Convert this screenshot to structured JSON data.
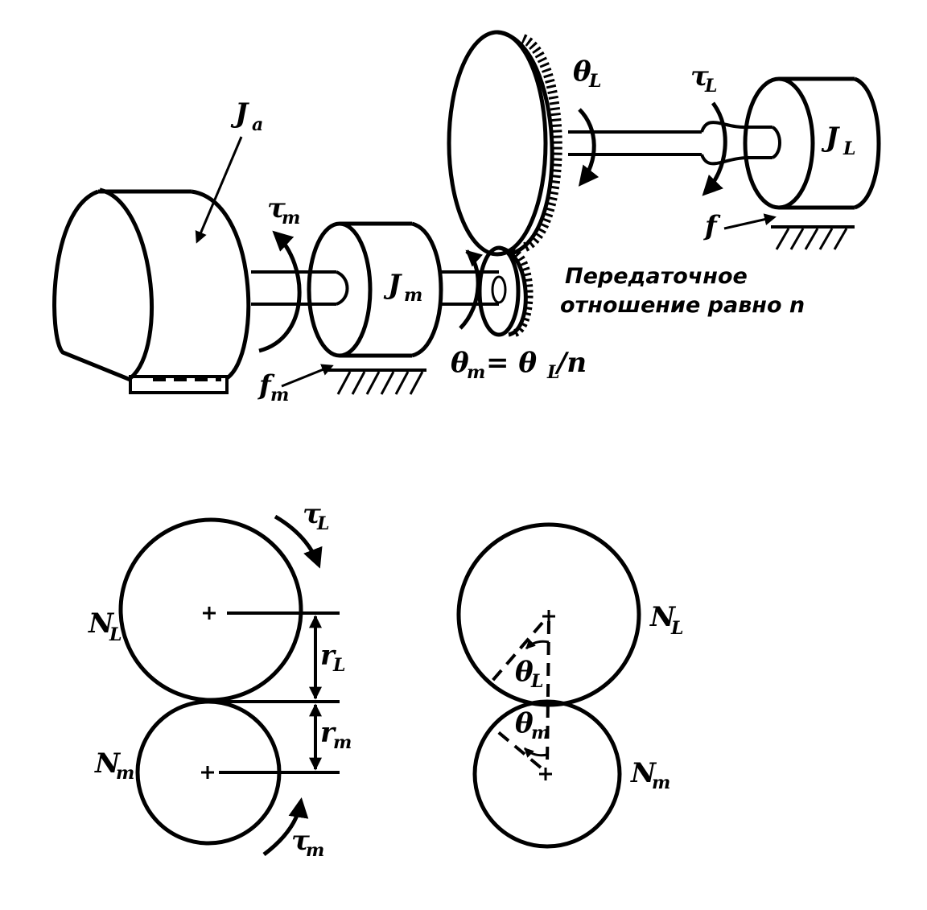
{
  "top_assembly": {
    "armature_label": "J",
    "armature_sub": "a",
    "motor_torque_label": "τ",
    "motor_torque_sub": "m",
    "motor_inertia_label": "J",
    "motor_inertia_sub": "m",
    "motor_friction_label": "f",
    "motor_friction_sub": "m",
    "motor_angle_label": "θ",
    "motor_angle_sub": "m",
    "motor_angle_relation": "= θ",
    "motor_angle_relation_sub": "L",
    "motor_angle_relation_tail": "/n",
    "load_angle_label": "θ",
    "load_angle_sub": "L",
    "load_torque_label": "τ",
    "load_torque_sub": "L",
    "load_inertia_label": "J",
    "load_inertia_sub": "L",
    "load_friction_label": "f",
    "gear_ratio_line1": "Передаточное",
    "gear_ratio_line2": "отношение равно n"
  },
  "bottom_left": {
    "upper_gear_label": "N",
    "upper_gear_sub": "L",
    "lower_gear_label": "N",
    "lower_gear_sub": "m",
    "upper_torque_label": "τ",
    "upper_torque_sub": "L",
    "lower_torque_label": "τ",
    "lower_torque_sub": "m",
    "upper_radius_label": "r",
    "upper_radius_sub": "L",
    "lower_radius_label": "r",
    "lower_radius_sub": "m"
  },
  "bottom_right": {
    "upper_gear_label": "N",
    "upper_gear_sub": "L",
    "lower_gear_label": "N",
    "lower_gear_sub": "m",
    "upper_angle_label": "θ",
    "upper_angle_sub": "L",
    "lower_angle_label": "θ",
    "lower_angle_sub": "m"
  }
}
